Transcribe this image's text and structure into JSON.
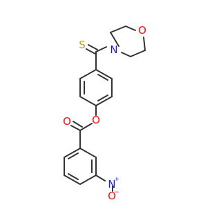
{
  "colors": {
    "bond": "#333333",
    "sulfur": "#b8a800",
    "nitrogen": "#1a1aff",
    "oxygen": "#ff0d0d",
    "background": "#ffffff"
  },
  "atoms": {
    "S": "S",
    "N_morpholine": "N",
    "O_morpholine": "O",
    "O_ester": "O",
    "O_carbonyl": "O",
    "N_nitro": "N",
    "N_nitro_charge": "+",
    "O_nitro": "O",
    "O_nitro_charge": "−"
  }
}
